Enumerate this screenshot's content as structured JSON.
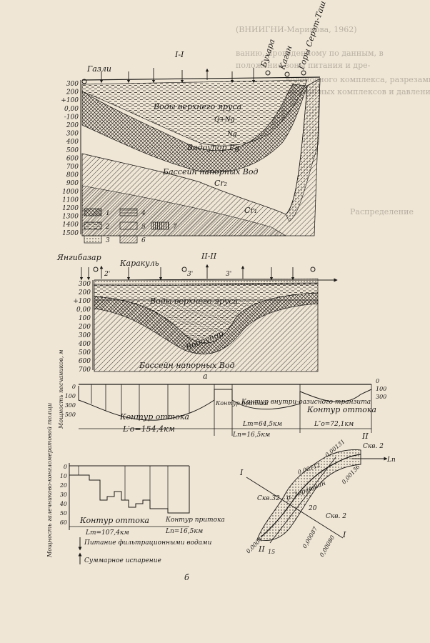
{
  "background_text": [
    "(ВНИИГНИ-Маринова, 1962)",
    "ванию, проведенному по данным, в",
    "положение зоны питания и дре-",
    "водоносного комплекса, разрезами,",
    "водоносных комплексов и давление",
    "Распределение"
  ],
  "section1": {
    "title": "I-I",
    "places": [
      "Газли",
      "Бухара",
      "Каган",
      "Горы Серэт-Таш"
    ],
    "depth_ticks": [
      "300",
      "200",
      "+100",
      "0,00",
      "-100",
      "200",
      "300",
      "400",
      "500",
      "600",
      "700",
      "800",
      "900",
      "1000",
      "1100",
      "1200",
      "1300",
      "1400",
      "1500"
    ],
    "labels": {
      "upper_waters": "Воды верхнего яруса",
      "q_ng": "Q+Ng",
      "ng": "Ng",
      "aquitard": "Водоупор Pg",
      "basin": "Бассейн напорных Вод",
      "cr2": "Cr₂",
      "cr1": "Cr₁"
    }
  },
  "legend": [
    {
      "num": "1"
    },
    {
      "num": "2"
    },
    {
      "num": "3"
    },
    {
      "num": "4"
    },
    {
      "num": "5"
    },
    {
      "num": "6"
    },
    {
      "num": "7"
    }
  ],
  "section2": {
    "title": "II-II",
    "places": [
      "Янгибазар",
      "Каракуль"
    ],
    "wells": [
      "2'",
      "3'",
      "3'"
    ],
    "depth_ticks": [
      "300",
      "200",
      "+100",
      "0,00",
      "100",
      "200",
      "300",
      "400",
      "500",
      "600",
      "700"
    ],
    "labels": {
      "upper_waters": "Воды верхнего яруса",
      "aquitard": "Водоупор",
      "basin": "Бассейн напорных Вод"
    },
    "caption": "а"
  },
  "profile_a": {
    "ylabel": "Мощность песчаников, м",
    "left_ticks": [
      "0",
      "100",
      "300",
      "500"
    ],
    "right_ticks": [
      "0",
      "100",
      "300"
    ],
    "contours": {
      "outflow_left": "Контур оттока",
      "inflow": "Контур притока",
      "transit": "Контур внутри-оазисного транзита",
      "outflow_right": "Контур оттока"
    },
    "lengths": {
      "lo1": "L′o=154,4км",
      "lt": "Lт=64,5км",
      "lo2": "L″o=72,1км",
      "ln": "Lп=16,5км"
    }
  },
  "profile_b": {
    "ylabel": "Мощность галечниково-конгломератовой толщи",
    "ticks": [
      "0",
      "10",
      "20",
      "30",
      "40",
      "50",
      "60"
    ],
    "contour_outflow": "Контур оттока",
    "contour_inflow": "Контур притока",
    "lengths": {
      "lt": "Lт=107,4км",
      "ln": "Lп=16,5км"
    },
    "legend_recharge": "Питание фильтрационными водами",
    "legend_evap": "Суммарное испарение"
  },
  "map": {
    "labels": {
      "n0131": "0,00131",
      "n0112": "0,00112",
      "n0136": "0,00136",
      "n0004": "0,0004",
      "n0087": "0,00087",
      "n0080": "0,00080",
      "well2_top": "Скв. 2",
      "well32": "Скв.32",
      "well2_bottom": "Скв. 2",
      "river": "р. Зеравшан",
      "i_left": "I",
      "i_right": "I",
      "ii_top": "II",
      "ii_bottom": "II",
      "ln": "Lп",
      "n20": "20",
      "n15": "15"
    }
  },
  "caption_b": "б"
}
